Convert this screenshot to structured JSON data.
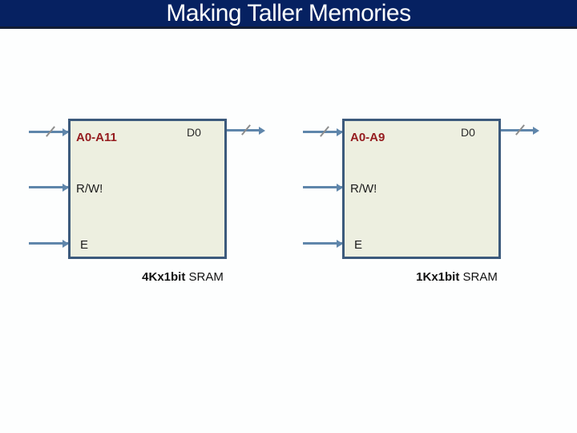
{
  "title": "Making Taller Memories",
  "colors": {
    "title_bar": "#062161",
    "title_bar_border": "#121c33",
    "box_fill": "#edefe0",
    "box_border": "#3c5a7c",
    "wire": "#5f86ab",
    "bus_slash": "#8d8d8d",
    "address_text": "#951b1e",
    "label_text": "#1c1c1c"
  },
  "blocks": [
    {
      "address_label": "A0-A11",
      "data_label": "D0",
      "read_write_label": "R/W!",
      "enable_label": "E",
      "caption_size": "4Kx1bit",
      "caption_type": "SRAM"
    },
    {
      "address_label": "A0-A9",
      "data_label": "D0",
      "read_write_label": "R/W!",
      "enable_label": "E",
      "caption_size": "1Kx1bit",
      "caption_type": "SRAM"
    }
  ]
}
